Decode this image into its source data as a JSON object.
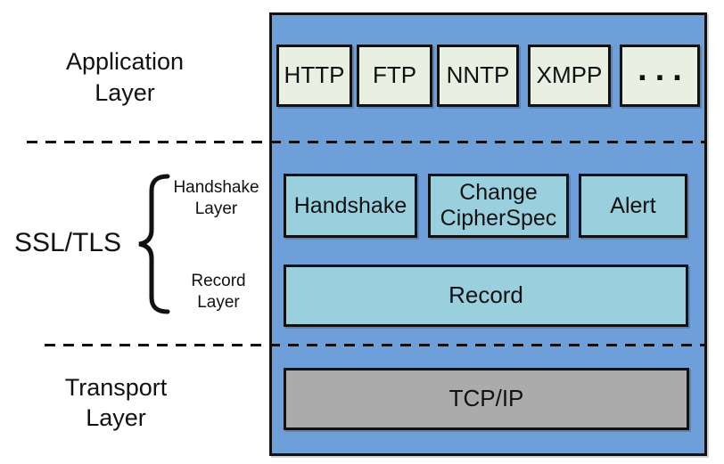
{
  "diagram": {
    "labels": {
      "application_layer": "Application\nLayer",
      "ssl_tls": "SSL/TLS",
      "handshake_layer": "Handshake\nLayer",
      "record_layer": "Record\nLayer",
      "transport_layer": "Transport\nLayer"
    },
    "application_protocols": [
      "HTTP",
      "FTP",
      "NNTP",
      "XMPP",
      "..."
    ],
    "tls_handshake_boxes": [
      "Handshake",
      "Change\nCipherSpec",
      "Alert"
    ],
    "record_label": "Record",
    "transport_label": "TCP/IP",
    "icons": {
      "ssl_tls_brace": "left-curly-brace"
    },
    "colors": {
      "container_blue": "#6F9FD9",
      "protocol_green": "#E9EFE1",
      "tls_cyan": "#9AD0DE",
      "transport_gray": "#ABABAB",
      "line_black": "#111111",
      "background": "#FFFFFF"
    }
  }
}
